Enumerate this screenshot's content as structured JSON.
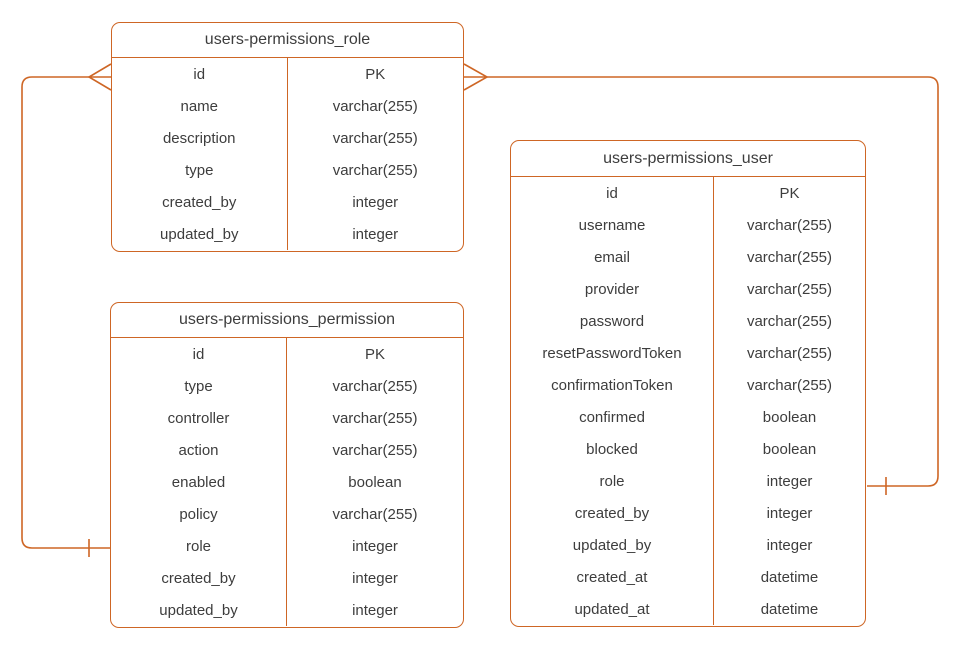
{
  "diagram": {
    "kind": "entity-relationship-diagram",
    "colors": {
      "stroke": "#CE6625",
      "text": "#3d3d3d",
      "background": "#ffffff"
    },
    "tables": [
      {
        "title": "users-permissions_role",
        "rows": [
          {
            "field": "id",
            "type": "PK"
          },
          {
            "field": "name",
            "type": "varchar(255)"
          },
          {
            "field": "description",
            "type": "varchar(255)"
          },
          {
            "field": "type",
            "type": "varchar(255)"
          },
          {
            "field": "created_by",
            "type": "integer"
          },
          {
            "field": "updated_by",
            "type": "integer"
          }
        ]
      },
      {
        "title": "users-permissions_permission",
        "rows": [
          {
            "field": "id",
            "type": "PK"
          },
          {
            "field": "type",
            "type": "varchar(255)"
          },
          {
            "field": "controller",
            "type": "varchar(255)"
          },
          {
            "field": "action",
            "type": "varchar(255)"
          },
          {
            "field": "enabled",
            "type": "boolean"
          },
          {
            "field": "policy",
            "type": "varchar(255)"
          },
          {
            "field": "role",
            "type": "integer"
          },
          {
            "field": "created_by",
            "type": "integer"
          },
          {
            "field": "updated_by",
            "type": "integer"
          }
        ]
      },
      {
        "title": "users-permissions_user",
        "rows": [
          {
            "field": "id",
            "type": "PK"
          },
          {
            "field": "username",
            "type": "varchar(255)"
          },
          {
            "field": "email",
            "type": "varchar(255)"
          },
          {
            "field": "provider",
            "type": "varchar(255)"
          },
          {
            "field": "password",
            "type": "varchar(255)"
          },
          {
            "field": "resetPasswordToken",
            "type": "varchar(255)"
          },
          {
            "field": "confirmationToken",
            "type": "varchar(255)"
          },
          {
            "field": "confirmed",
            "type": "boolean"
          },
          {
            "field": "blocked",
            "type": "boolean"
          },
          {
            "field": "role",
            "type": "integer"
          },
          {
            "field": "created_by",
            "type": "integer"
          },
          {
            "field": "updated_by",
            "type": "integer"
          },
          {
            "field": "created_at",
            "type": "datetime"
          },
          {
            "field": "updated_at",
            "type": "datetime"
          }
        ]
      }
    ],
    "relationships": [
      {
        "from": "users-permissions_role.id",
        "to": "users-permissions_permission.role",
        "from_cardinality": "many",
        "to_cardinality": "one"
      },
      {
        "from": "users-permissions_role.id",
        "to": "users-permissions_user.role",
        "from_cardinality": "many",
        "to_cardinality": "one"
      }
    ]
  }
}
